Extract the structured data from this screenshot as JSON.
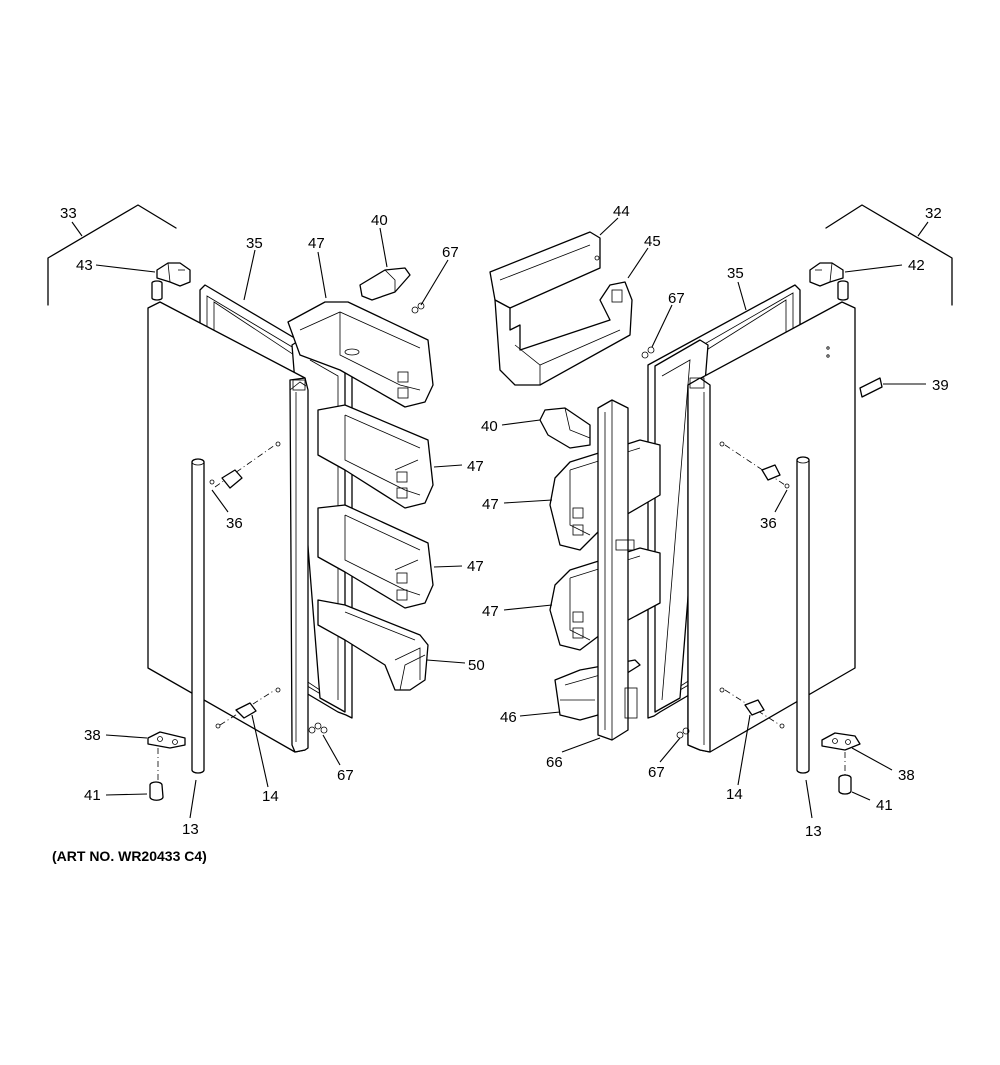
{
  "diagram": {
    "art_number": "(ART NO. WR20433 C4)",
    "callouts": {
      "c33": "33",
      "c43": "43",
      "c35L": "35",
      "c47a": "47",
      "c40a": "40",
      "c67a": "67",
      "c47b": "47",
      "c47c": "47",
      "c36L": "36",
      "c50": "50",
      "c38L": "38",
      "c41L": "41",
      "c14L": "14",
      "c13L": "13",
      "c67b": "67",
      "c44": "44",
      "c45": "45",
      "c67c": "67",
      "c35R": "35",
      "c42": "42",
      "c32": "32",
      "c39": "39",
      "c40b": "40",
      "c47d": "47",
      "c36R": "36",
      "c47e": "47",
      "c46": "46",
      "c66": "66",
      "c67d": "67",
      "c14R": "14",
      "c38R": "38",
      "c41R": "41",
      "c13R": "13"
    }
  }
}
